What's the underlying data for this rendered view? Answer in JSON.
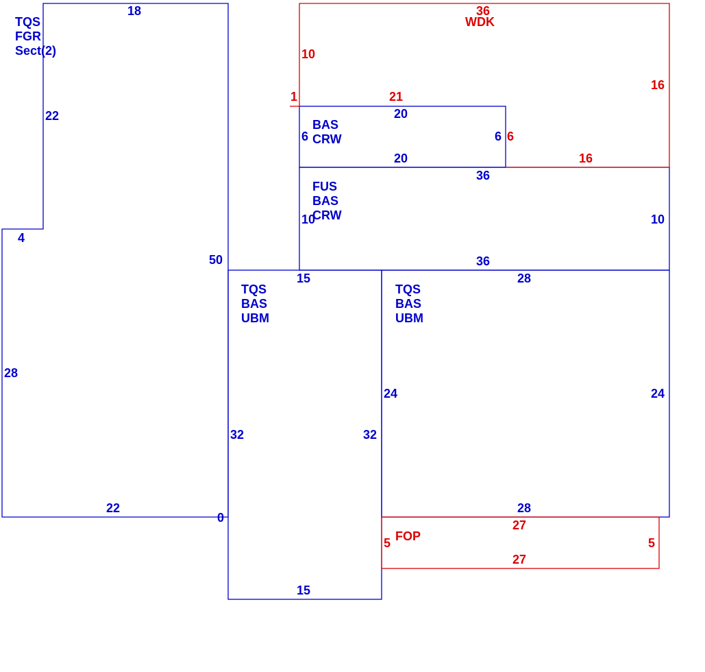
{
  "colors": {
    "main": "#0000cc",
    "secondary": "#dd0000"
  },
  "areas": {
    "tqs_fgr_sect": [
      "TQS",
      "FGR",
      "Sect(2)"
    ],
    "bas_crw": [
      "BAS",
      "CRW"
    ],
    "fus_bas_crw": [
      "FUS",
      "BAS",
      "CRW"
    ],
    "tqs_bas_ubm_left": [
      "TQS",
      "BAS",
      "UBM"
    ],
    "tqs_bas_ubm_right": [
      "TQS",
      "BAS",
      "UBM"
    ],
    "wdk": "WDK",
    "fop": "FOP"
  },
  "dimensions": {
    "fgr_top": "18",
    "fgr_left_upper": "22",
    "fgr_step": "4",
    "fgr_left_lower": "28",
    "fgr_bottom": "22",
    "fgr_right": "50",
    "fgr_zero": "0",
    "wdk_top": "36",
    "wdk_left": "10",
    "wdk_right": "16",
    "wdk_bottom": "16",
    "wdk_offset": "1",
    "wdk_top_seg": "21",
    "wdk_inner_right": "6",
    "crw_top": "20",
    "crw_bottom": "20",
    "crw_left": "6",
    "crw_right": "6",
    "fus_top": "36",
    "fus_bottom": "36",
    "fus_left": "10",
    "fus_right": "10",
    "ubm_left_top": "15",
    "ubm_left_left": "32",
    "ubm_left_right": "32",
    "ubm_left_bottom": "15",
    "ubm_right_top": "28",
    "ubm_right_left": "24",
    "ubm_right_right": "24",
    "ubm_right_bottom": "28",
    "fop_top": "27",
    "fop_bottom": "27",
    "fop_left": "5",
    "fop_right": "5"
  }
}
